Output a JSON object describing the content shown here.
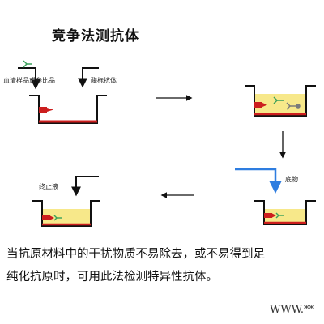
{
  "title": "竞争法测抗体",
  "labels": {
    "sample_ref": "血清样品或参比品",
    "enzyme_antibody": "酶标抗体",
    "substrate": "底物",
    "stop_solution": "终止液"
  },
  "caption": {
    "line1": "当抗原材料中的干扰物质不易除去，或不易得到足",
    "line2": "纯化抗原时，可用此法检测特异性抗体。"
  },
  "watermark": "WWW.**",
  "colors": {
    "well_outline": "#111111",
    "coated_antigen": "#cc1e1e",
    "liquid": "#f7e88a",
    "substrate_arrow": "#2e7de0",
    "antibody_green": "#3aa05a",
    "enzyme_gray": "#7a7a7a"
  }
}
